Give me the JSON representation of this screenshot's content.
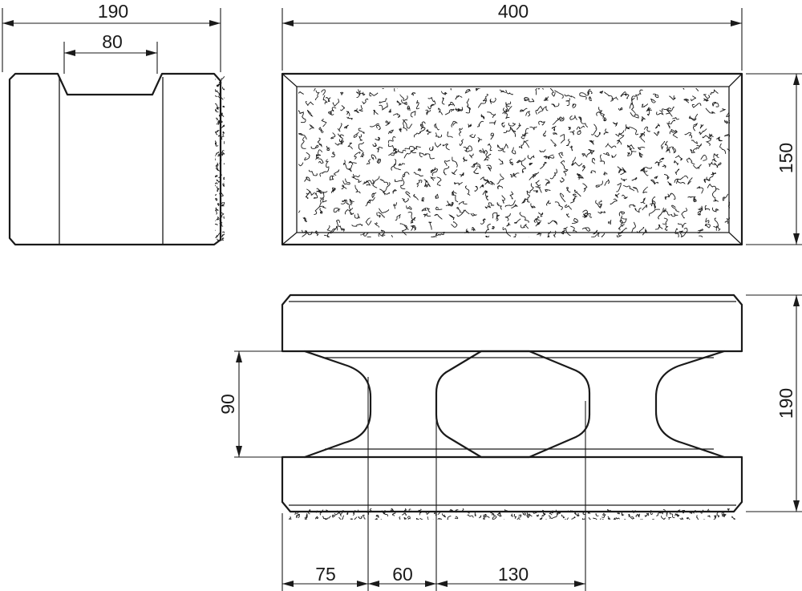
{
  "diagram": {
    "side_view": {
      "width_dim": "190",
      "groove_dim": "80"
    },
    "front_view": {
      "length_dim": "400",
      "height_dim": "150"
    },
    "top_view": {
      "depth_dim": "190",
      "core_dim": "90",
      "end_dim": "75",
      "gap_dim": "60",
      "web_dim": "130"
    }
  }
}
